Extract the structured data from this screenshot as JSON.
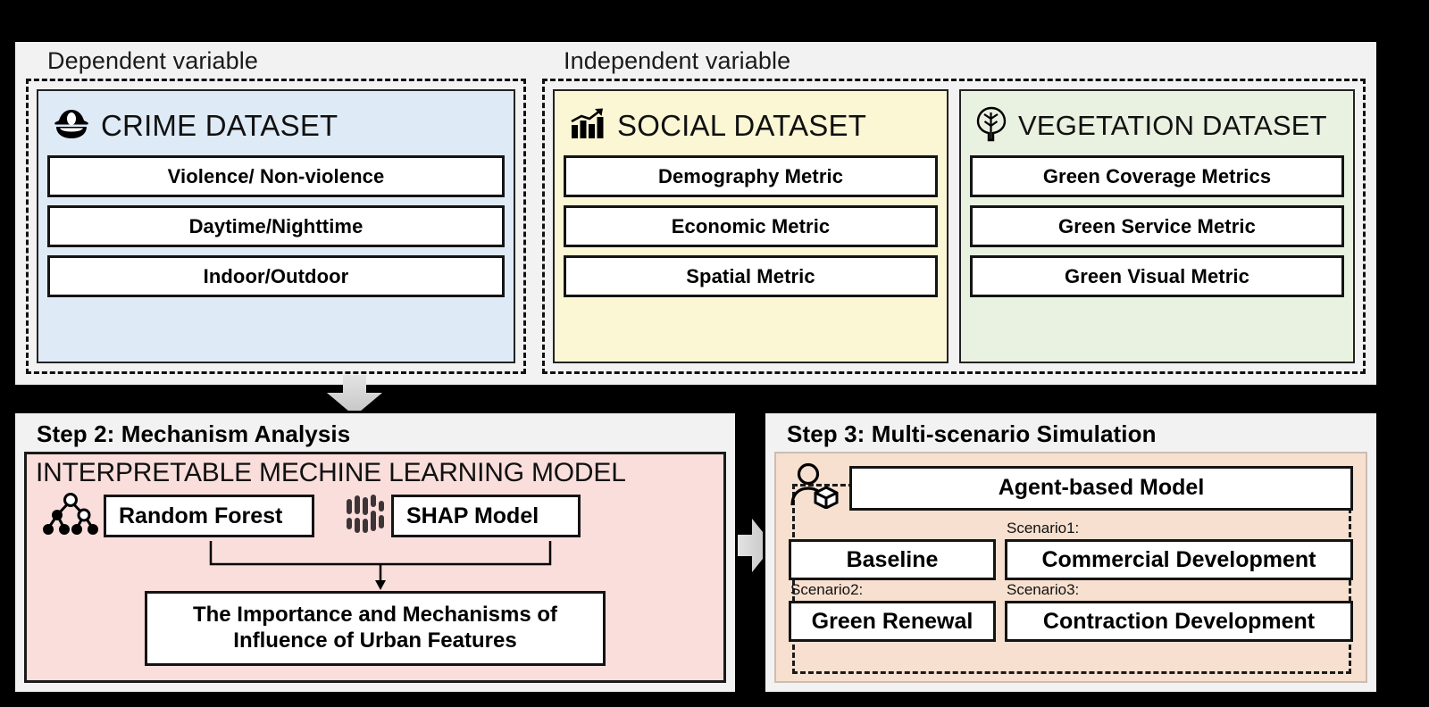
{
  "step1": {
    "dependent": {
      "title": "Dependent variable",
      "dataset": {
        "name": "CRIME DATASET",
        "icon": "police-cap-icon",
        "color": "#dfeaf7",
        "metrics": [
          "Violence/ Non-violence",
          "Daytime/Nighttime",
          "Indoor/Outdoor"
        ]
      }
    },
    "independent": {
      "title": "Independent variable",
      "datasets": [
        {
          "name": "SOCIAL DATASET",
          "icon": "bar-chart-growth-icon",
          "color": "#fbf7d4",
          "metrics": [
            "Demography Metric",
            "Economic Metric",
            "Spatial Metric"
          ]
        },
        {
          "name": "VEGETATION DATASET",
          "icon": "tree-icon",
          "color": "#e9f1e0",
          "metrics": [
            "Green Coverage Metrics",
            "Green Service Metric",
            "Green Visual Metric"
          ]
        }
      ]
    }
  },
  "step2": {
    "title": "Step 2: Mechanism Analysis",
    "banner": "INTERPRETABLE MECHINE LEARNING MODEL",
    "panel_color": "#fadedc",
    "models": [
      {
        "label": "Random Forest",
        "icon": "decision-tree-icon"
      },
      {
        "label": "SHAP Model",
        "icon": "shap-bars-icon"
      }
    ],
    "result_line1": "The Importance and Mechanisms of",
    "result_line2": "Influence of Urban Features"
  },
  "step3": {
    "title": "Step 3: Multi-scenario Simulation",
    "panel_color": "#f7e0cf",
    "agent_icon": "agent-person-cube-icon",
    "agent_model": "Agent-based Model",
    "scenarios": [
      {
        "label": "",
        "name": "Baseline"
      },
      {
        "label": "Scenario1:",
        "name": "Commercial Development"
      },
      {
        "label": "Scenario2:",
        "name": "Green Renewal"
      },
      {
        "label": "Scenario3:",
        "name": "Contraction Development"
      }
    ]
  },
  "arrows": {
    "down": "arrow-down-icon",
    "right": "arrow-right-icon",
    "color": "#c9c9c9"
  }
}
